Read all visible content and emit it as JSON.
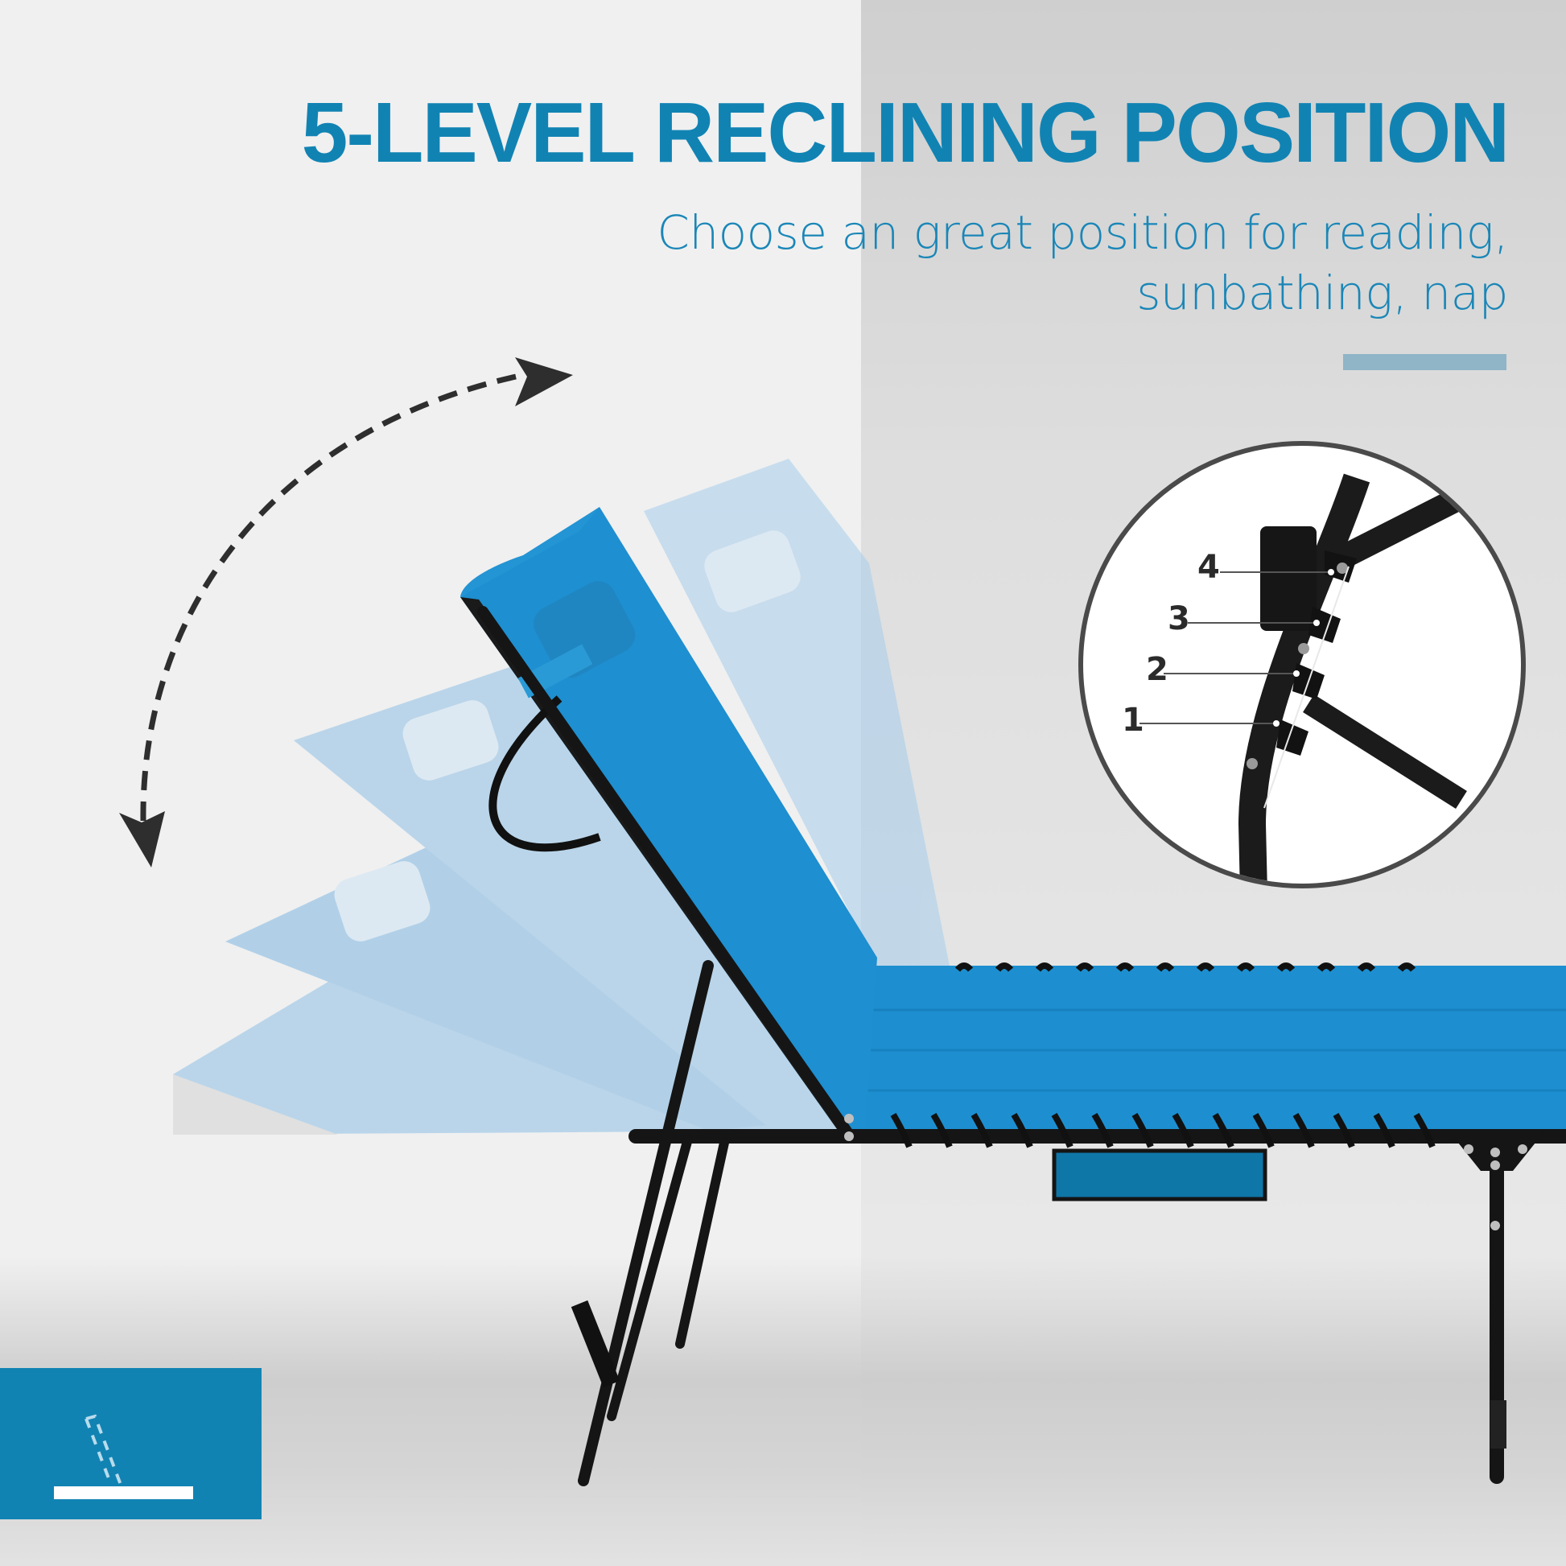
{
  "header": {
    "title": "5-LEVEL RECLINING POSITION",
    "subtitle_line1": "Choose an great position for reading,",
    "subtitle_line2": "sunbathing, nap"
  },
  "colors": {
    "accent_blue": "#1183b3",
    "accent_bar": "#8fb5c7",
    "fabric_blue": "#1d8fd0",
    "fabric_ghost": "#9cc8e8",
    "frame_black": "#1a1a1a",
    "arrow_dark": "#2e2e2e",
    "bg_left": "#f0f0f0",
    "bg_right": "#d6d6d6"
  },
  "detail_inset": {
    "levels": [
      {
        "label": "4"
      },
      {
        "label": "3"
      },
      {
        "label": "2"
      },
      {
        "label": "1"
      }
    ]
  },
  "product": {
    "type": "folding lounge chair",
    "recline_positions": 5,
    "icons": [
      "recline-arrow-icon",
      "backrest-angle-icon"
    ]
  }
}
